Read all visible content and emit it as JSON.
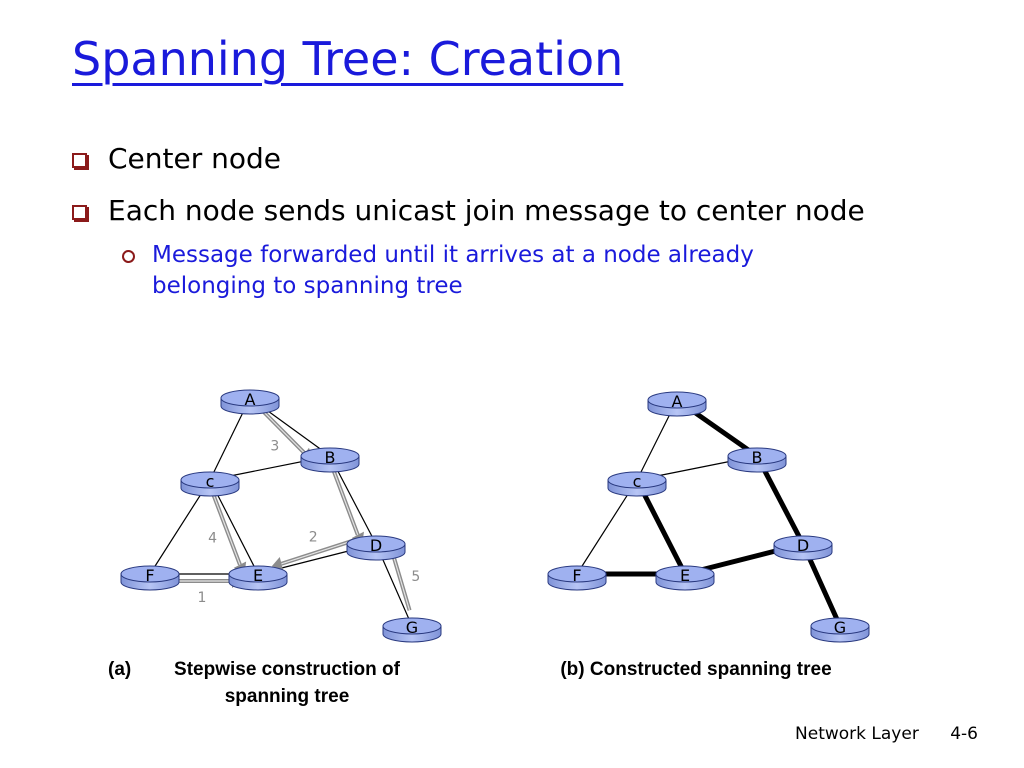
{
  "title": "Spanning Tree: Creation",
  "bullets": [
    {
      "text": "Center node"
    },
    {
      "text": "Each node sends unicast join message to center node"
    }
  ],
  "sub_bullets": [
    {
      "text": "Message forwarded until it arrives at a node already belonging to spanning tree"
    }
  ],
  "diagram_a": {
    "caption_prefix": "(a)",
    "caption": "Stepwise construction of spanning tree",
    "nodes": [
      {
        "id": "A",
        "label": "A"
      },
      {
        "id": "B",
        "label": "B"
      },
      {
        "id": "C",
        "label": "c"
      },
      {
        "id": "D",
        "label": "D"
      },
      {
        "id": "E",
        "label": "E"
      },
      {
        "id": "F",
        "label": "F"
      },
      {
        "id": "G",
        "label": "G"
      }
    ],
    "links": [
      [
        "A",
        "B"
      ],
      [
        "A",
        "C"
      ],
      [
        "C",
        "B"
      ],
      [
        "C",
        "E"
      ],
      [
        "C",
        "F"
      ],
      [
        "E",
        "D"
      ],
      [
        "B",
        "D"
      ],
      [
        "D",
        "G"
      ],
      [
        "F",
        "E"
      ]
    ],
    "join_messages": [
      {
        "from": "F",
        "to": "E",
        "step": "1"
      },
      {
        "from": "D",
        "to": "E",
        "step": "2"
      },
      {
        "from": "A",
        "to": "B",
        "step": "3"
      },
      {
        "from": "C",
        "to": "E",
        "step": "4"
      },
      {
        "from": "G",
        "to": "D",
        "step": "5"
      },
      {
        "from": "B",
        "to": "D",
        "step": ""
      }
    ]
  },
  "diagram_b": {
    "caption": "(b) Constructed spanning tree",
    "nodes": [
      {
        "id": "A",
        "label": "A"
      },
      {
        "id": "B",
        "label": "B"
      },
      {
        "id": "C",
        "label": "c"
      },
      {
        "id": "D",
        "label": "D"
      },
      {
        "id": "E",
        "label": "E"
      },
      {
        "id": "F",
        "label": "F"
      },
      {
        "id": "G",
        "label": "G"
      }
    ],
    "tree_links": [
      [
        "A",
        "B"
      ],
      [
        "B",
        "D"
      ],
      [
        "D",
        "G"
      ],
      [
        "D",
        "E"
      ],
      [
        "E",
        "C"
      ],
      [
        "E",
        "F"
      ]
    ],
    "other_links": [
      [
        "A",
        "C"
      ],
      [
        "C",
        "B"
      ],
      [
        "C",
        "F"
      ]
    ]
  },
  "footer": {
    "label": "Network Layer",
    "page": "4-6"
  },
  "colors": {
    "title": "#1a1adb",
    "sub_bullet": "#1a1adb",
    "bullet_marker": "#8b1a1a",
    "router_fill": "#9fb1f0",
    "arrow": "#8c8c8c",
    "tree_link": "#000000"
  }
}
